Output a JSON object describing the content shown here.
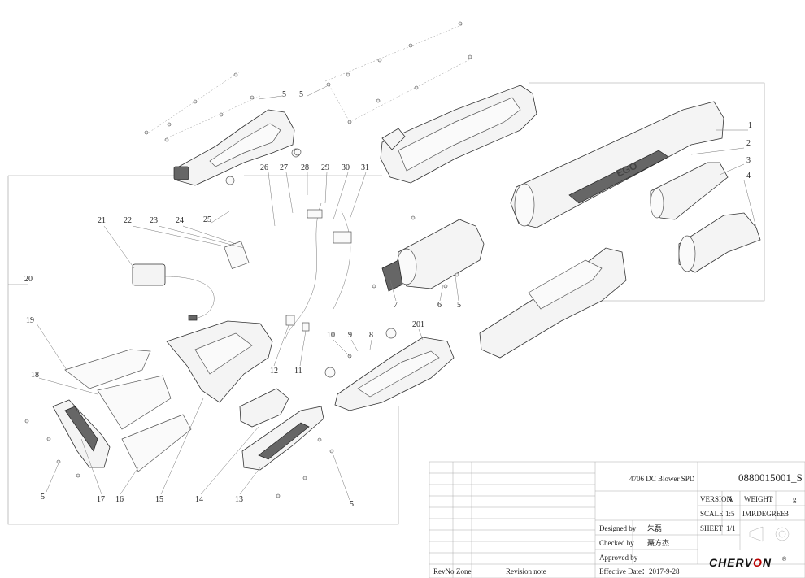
{
  "callouts": [
    {
      "id": "c1",
      "label": "1"
    },
    {
      "id": "c2",
      "label": "2"
    },
    {
      "id": "c3",
      "label": "3"
    },
    {
      "id": "c4",
      "label": "4"
    },
    {
      "id": "c5a",
      "label": "5"
    },
    {
      "id": "c5b",
      "label": "5"
    },
    {
      "id": "c5c",
      "label": "5"
    },
    {
      "id": "c5d",
      "label": "5"
    },
    {
      "id": "c5e",
      "label": "5"
    },
    {
      "id": "c6",
      "label": "6"
    },
    {
      "id": "c7",
      "label": "7"
    },
    {
      "id": "c8",
      "label": "8"
    },
    {
      "id": "c9",
      "label": "9"
    },
    {
      "id": "c10",
      "label": "10"
    },
    {
      "id": "c11",
      "label": "11"
    },
    {
      "id": "c12",
      "label": "12"
    },
    {
      "id": "c13",
      "label": "13"
    },
    {
      "id": "c14",
      "label": "14"
    },
    {
      "id": "c15",
      "label": "15"
    },
    {
      "id": "c16",
      "label": "16"
    },
    {
      "id": "c17",
      "label": "17"
    },
    {
      "id": "c18",
      "label": "18"
    },
    {
      "id": "c19",
      "label": "19"
    },
    {
      "id": "c20",
      "label": "20"
    },
    {
      "id": "c21",
      "label": "21"
    },
    {
      "id": "c22",
      "label": "22"
    },
    {
      "id": "c23",
      "label": "23"
    },
    {
      "id": "c24",
      "label": "24"
    },
    {
      "id": "c25",
      "label": "25"
    },
    {
      "id": "c26",
      "label": "26"
    },
    {
      "id": "c27",
      "label": "27"
    },
    {
      "id": "c28",
      "label": "28"
    },
    {
      "id": "c29",
      "label": "29"
    },
    {
      "id": "c30",
      "label": "30"
    },
    {
      "id": "c31",
      "label": "31"
    },
    {
      "id": "c201",
      "label": "201"
    }
  ],
  "title_block": {
    "product": "4706 DC Blower SPD",
    "part_number": "0880015001_S",
    "version_label": "VERSION",
    "version_value": "A",
    "weight_label": "WEIGHT",
    "weight_value": "g",
    "scale_label": "SCALE",
    "scale_value": "1:5",
    "imp_degree_label": "IMP.DEGREE",
    "imp_degree_value": "B",
    "sheet_label": "SHEET",
    "sheet_value": "1/1",
    "designed_by_label": "Designed by",
    "designed_by_value": "朱磊",
    "checked_by_label": "Checked by",
    "checked_by_value": "聂方杰",
    "approved_by_label": "Approved by",
    "effective_date": "Effective Date：2017-9-28",
    "rev_no_label": "RevNo",
    "zone_label": "Zone",
    "revision_note_label": "Revision note",
    "logo_text": "CHERV",
    "logo_o": "O",
    "logo_n": "N",
    "logo_mark": "®"
  },
  "housing_brand": "EGO"
}
